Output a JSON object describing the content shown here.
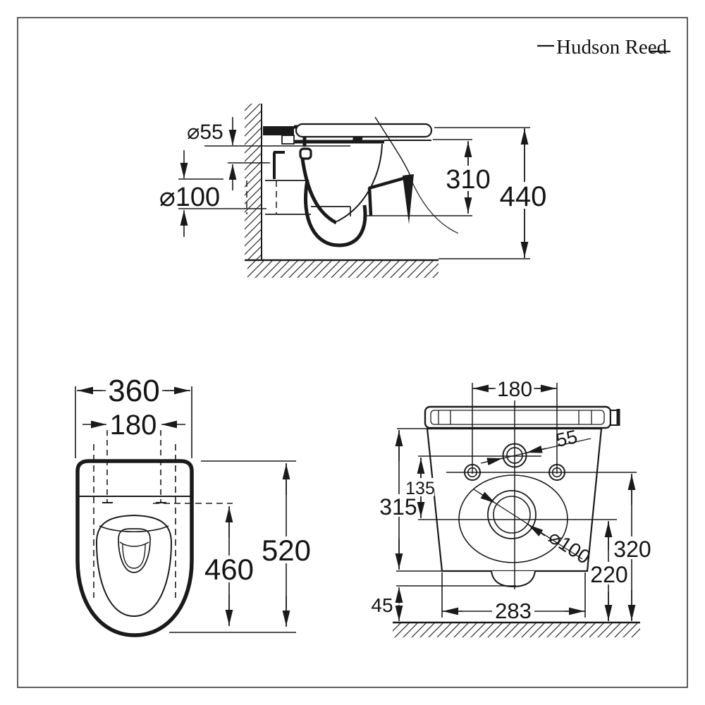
{
  "brand": {
    "logo_text": "Hudson Reed"
  },
  "style": {
    "ink": "#1a1a1a",
    "paper": "#ffffff"
  },
  "side_view": {
    "flush_pipe_diameter": "⌀55",
    "soil_pipe_diameter": "⌀100",
    "seat_to_bowl_bottom": "310",
    "overall_height": "440"
  },
  "plan_view": {
    "overall_width": "360",
    "fixing_centres": "180",
    "fixing_to_front": "460",
    "overall_depth": "520"
  },
  "rear_view": {
    "fixing_centres": "180",
    "flush_inlet_diameter": "55",
    "inlet_to_outlet": "135",
    "body_height": "315",
    "outlet_diameter": "⌀100",
    "fixing_height": "320",
    "outlet_height": "220",
    "floor_gap": "45",
    "base_width": "283"
  }
}
